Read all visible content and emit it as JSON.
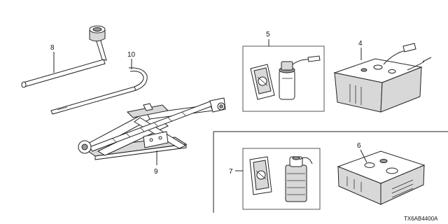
{
  "callouts": {
    "part_5": "5",
    "part_4": "4",
    "part_8": "8",
    "part_10": "10",
    "part_9": "9",
    "part_7": "7",
    "part_6": "6"
  },
  "diagram_code": "TX6AB4400A",
  "colors": {
    "line": "#222222",
    "fill_light": "#d8d8d8",
    "fill_dark": "#9a9a9a",
    "background": "#ffffff"
  }
}
